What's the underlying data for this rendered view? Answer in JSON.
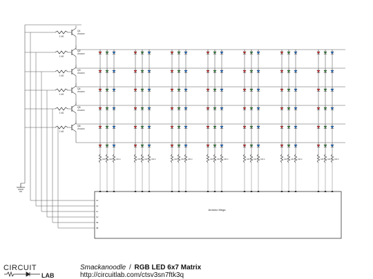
{
  "schematic": {
    "transistors": [
      {
        "ref": "Q1",
        "part": "2N4403",
        "resistor": "1 kΩ"
      },
      {
        "ref": "Q2",
        "part": "2N4403",
        "resistor": "1 kΩ"
      },
      {
        "ref": "Q3",
        "part": "2N4403",
        "resistor": "1 kΩ"
      },
      {
        "ref": "Q4",
        "part": "2N4403",
        "resistor": "1 kΩ"
      },
      {
        "ref": "Q5",
        "part": "2N4403",
        "resistor": "1 kΩ"
      },
      {
        "ref": "Q6",
        "part": "2N4403",
        "resistor": "1 kΩ"
      }
    ],
    "led_columns": 7,
    "led_rows": 6,
    "current_resistor_value": "330 Ω",
    "arduino_label": "Arduino Mega",
    "arduino_left_pins": [
      "13",
      "12",
      "11",
      "10",
      "09",
      "08"
    ]
  },
  "footer": {
    "logo_top": "CIRCUIT",
    "logo_bottom": "LAB",
    "author": "Smackanoodle",
    "separator": "/",
    "title": "RGB LED 6x7 Matrix",
    "url": "http://circuitlab.com/ctsv3sn7ftk3q"
  },
  "colors": {
    "ink": "#333333",
    "wire": "#555555"
  }
}
